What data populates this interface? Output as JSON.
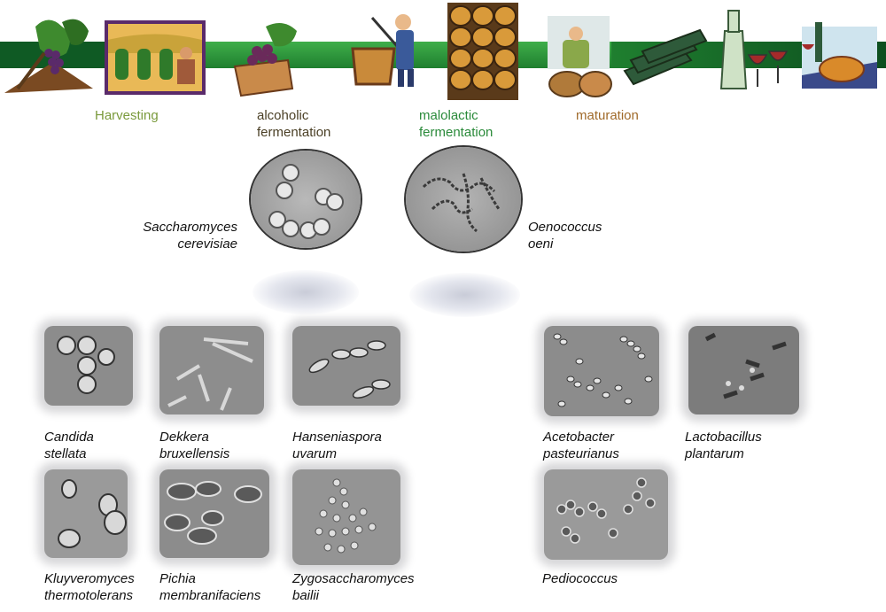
{
  "colors": {
    "band_green": "#2e9e3a",
    "band_dark": "#0f5a24",
    "harvesting": "#7a9a3c",
    "alcoholic": "#5a4a2a",
    "malolactic": "#2a8a3a",
    "maturation": "#a06a2a"
  },
  "stages": {
    "harvesting": "Harvesting",
    "alcoholic": "alcoholic fermentation",
    "malolactic": "malolactic fermentation",
    "maturation": "maturation"
  },
  "icons": [
    "grapevine-icon",
    "vineyard-harvest-icon",
    "grape-crate-icon",
    "wine-press-icon",
    "barrel-stack-icon",
    "barrel-worker-icon",
    "wine-bottles-icon",
    "wine-glasses-icon",
    "dinner-table-icon"
  ],
  "main_organisms": {
    "saccharomyces_line1": "Saccharomyces",
    "saccharomyces_line2": "cerevisiae",
    "oenococcus_line1": "Oenococcus",
    "oenococcus_line2": "oeni"
  },
  "yeasts": [
    {
      "line1": "Candida",
      "line2": "stellata"
    },
    {
      "line1": "Dekkera",
      "line2": "bruxellensis"
    },
    {
      "line1": "Hanseniaspora",
      "line2": "uvarum"
    },
    {
      "line1": "Kluyveromyces",
      "line2": "thermotolerans"
    },
    {
      "line1": "Pichia",
      "line2": "membranifaciens"
    },
    {
      "line1": "Zygosaccharomyces",
      "line2": "bailii"
    }
  ],
  "bacteria": [
    {
      "line1": "Acetobacter",
      "line2": "pasteurianus"
    },
    {
      "line1": "Lactobacillus",
      "line2": "plantarum"
    },
    {
      "line1": "Pediococcus",
      "line2": ""
    }
  ]
}
